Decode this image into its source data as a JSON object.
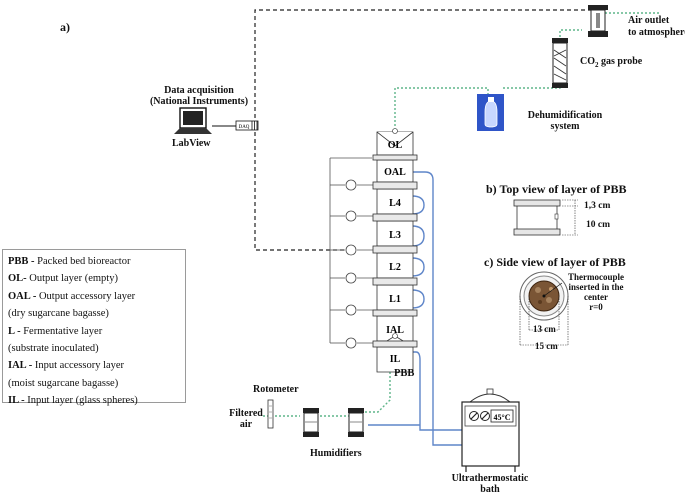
{
  "panel_label": "a)",
  "air_outlet": [
    "Air outlet",
    "to atmosphere"
  ],
  "co2_probe": {
    "prefix": "CO",
    "sub": "2",
    "suffix": " gas probe"
  },
  "dehumidification": [
    "Dehumidification",
    "system"
  ],
  "data_acquisition": [
    "Data acquisition",
    "(National Instruments)"
  ],
  "daq_label": "DAQ",
  "labview": "LabView",
  "layers": [
    "OL",
    "OAL",
    "L4",
    "L3",
    "L2",
    "L1",
    "IAL",
    "IL"
  ],
  "pbb_label": "PBB",
  "rotometer": "Rotometer",
  "filtered_air": [
    "Filtered",
    "air"
  ],
  "humidifiers": "Humidifiers",
  "bath": {
    "label": [
      "Ultrathermostatic",
      "bath"
    ],
    "display": "45°C"
  },
  "top_view": {
    "title": "b) Top view of layer of PBB",
    "dim_height": "1,3 cm",
    "dim_total": "10 cm"
  },
  "side_view": {
    "title": "c) Side view of layer of PBB",
    "thermocouple": [
      "Thermocouple",
      "inserted in the",
      "center",
      "r=0"
    ],
    "dim_inner": "13 cm",
    "dim_outer": "15 cm"
  },
  "legend": [
    {
      "term": "PBB",
      "sep": " - ",
      "desc": " Packed bed bioreactor"
    },
    {
      "term": "OL",
      "sep": "- ",
      "desc": "Output layer (empty)"
    },
    {
      "term": "OAL",
      "sep": " - ",
      "desc": "Output accessory layer"
    },
    {
      "term": "",
      "sep": "",
      "desc": "(dry sugarcane bagasse)"
    },
    {
      "term": "L",
      "sep": " - ",
      "desc": "Fermentative layer"
    },
    {
      "term": "",
      "sep": "",
      "desc": "(substrate inoculated)"
    },
    {
      "term": "IAL",
      "sep": " - ",
      "desc": "Input accessory layer"
    },
    {
      "term": "",
      "sep": "",
      "desc": "(moist sugarcane bagasse)"
    },
    {
      "term": "IL",
      "sep": " - ",
      "desc": "Input layer (glass spheres)"
    }
  ]
}
